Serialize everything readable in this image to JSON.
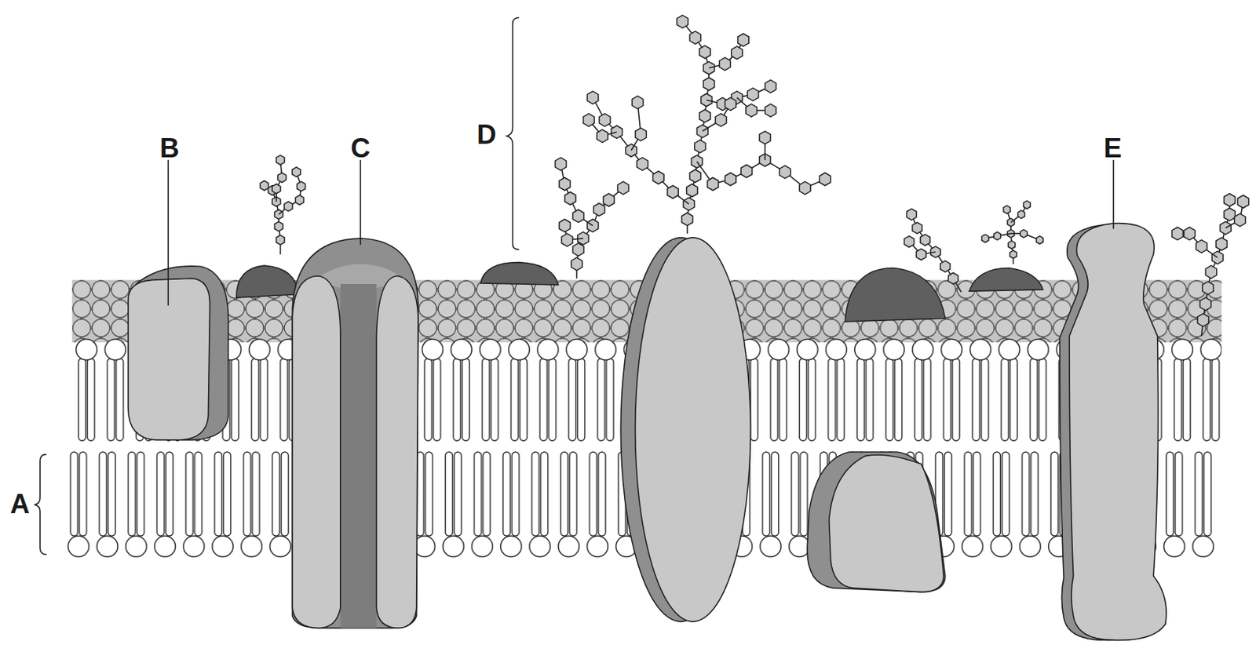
{
  "diagram": {
    "labels": [
      "D",
      "B",
      "C",
      "E",
      "A"
    ]
  }
}
